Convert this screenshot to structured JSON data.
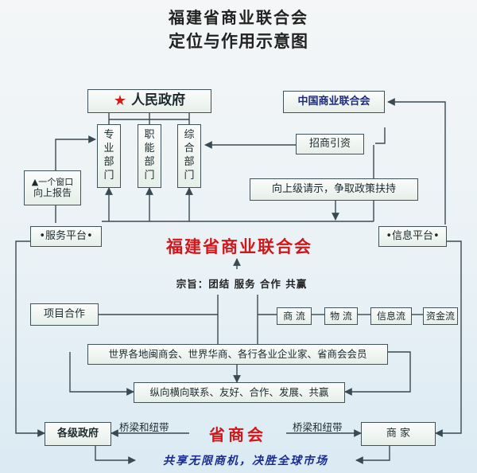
{
  "title": {
    "line1": "福建省商业联合会",
    "line2": "定位与作用示意图"
  },
  "government": {
    "label": "人民政府",
    "depts": [
      [
        "专",
        "业",
        "部",
        "门"
      ],
      [
        "职",
        "能",
        "部",
        "门"
      ],
      [
        "综",
        "合",
        "部",
        "门"
      ]
    ]
  },
  "china_federation": "中国商业联合会",
  "investment": "招商引资",
  "report": {
    "line1": "▲一个窗口",
    "line2": "向上报告"
  },
  "policy": "向上级请示，争取政策扶持",
  "service_platform": "•服务平台•",
  "info_platform": "•信息平台•",
  "center": "福建省商业联合会",
  "motto": "宗旨：团结 服务 合作 共赢",
  "project": "项目合作",
  "flows": [
    "商 流",
    "物 流",
    "信息流",
    "资金流"
  ],
  "members": "世界各地闽商会、世界华商、各行各业企业家、省商会会员",
  "links": "纵向横向联系、友好、合作、发展、共赢",
  "local_gov": "各级政府",
  "bridge_left": "桥梁和纽带",
  "province_chamber": "省商会",
  "bridge_right": "桥梁和纽带",
  "merchants": "商  家",
  "slogan": "共享无限商机，决胜全球市场",
  "colors": {
    "red": "#d2171b",
    "navy": "#1c2a7a",
    "line": "#3a4a52"
  }
}
